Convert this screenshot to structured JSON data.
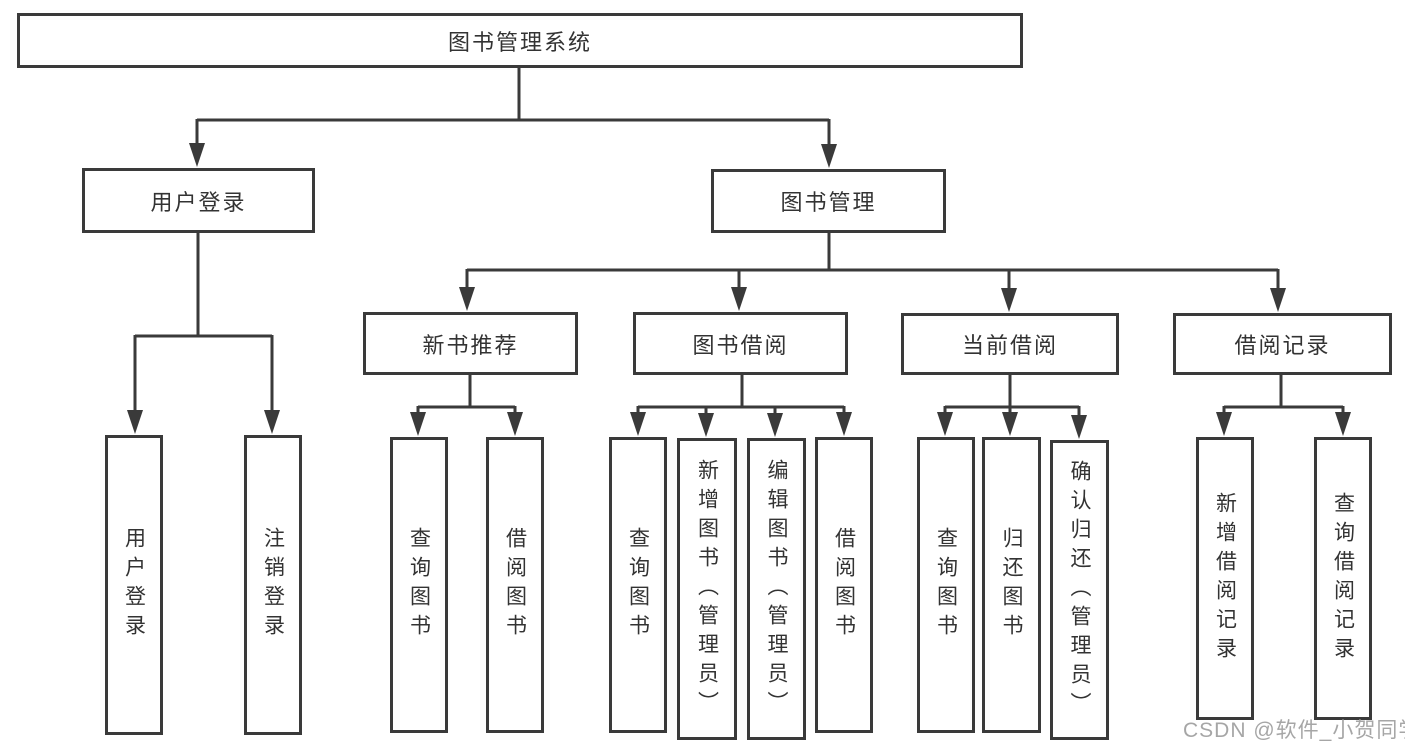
{
  "tree": {
    "label": "图书管理系统",
    "children": [
      {
        "label": "用户登录",
        "children": [
          {
            "label": "用户登录"
          },
          {
            "label": "注销登录"
          }
        ]
      },
      {
        "label": "图书管理",
        "children": [
          {
            "label": "新书推荐",
            "children": [
              {
                "label": "查询图书"
              },
              {
                "label": "借阅图书"
              }
            ]
          },
          {
            "label": "图书借阅",
            "children": [
              {
                "label": "查询图书"
              },
              {
                "label": "新增图书（管理员）"
              },
              {
                "label": "编辑图书（管理员）"
              },
              {
                "label": "借阅图书"
              }
            ]
          },
          {
            "label": "当前借阅",
            "children": [
              {
                "label": "查询图书"
              },
              {
                "label": "归还图书"
              },
              {
                "label": "确认归还（管理员）"
              }
            ]
          },
          {
            "label": "借阅记录",
            "children": [
              {
                "label": "新增借阅记录"
              },
              {
                "label": "查询借阅记录"
              }
            ]
          }
        ]
      }
    ]
  },
  "watermark": "CSDN @软件_小贺同学",
  "colors": {
    "line": "#3a3a3a",
    "text": "#333333",
    "background": "#ffffff",
    "watermark": "#9e9e9e"
  }
}
